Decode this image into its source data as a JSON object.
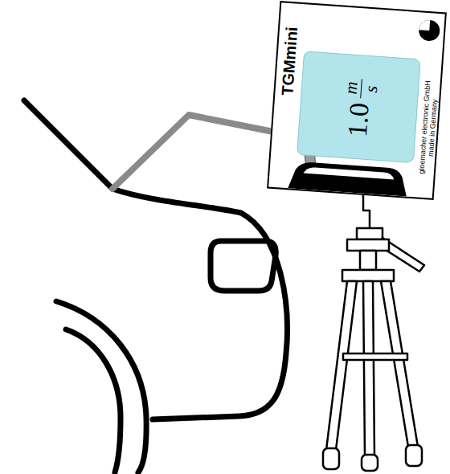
{
  "diagram": {
    "nodes": [
      {
        "text": [
          "TGMmini",
          "gloemacher electronic GmbH",
          "made in Germany"
        ]
      },
      {
        "text": [
          "1.0",
          "m",
          "s"
        ],
        "in": 0
      }
    ]
  }
}
